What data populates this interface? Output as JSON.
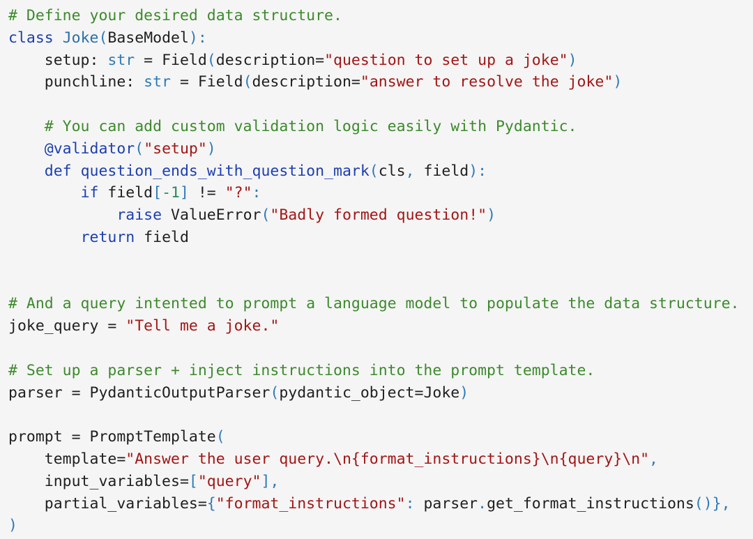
{
  "colors": {
    "background": "#f5f5f5",
    "text": "#1f1f1f",
    "comment": "#3c8a2c",
    "keyword": "#1c3fb0",
    "builtin": "#2e7ab8",
    "class": "#2a6fa8",
    "string": "#a31515",
    "number": "#2b8a57",
    "punct": "#2e7ab8"
  },
  "code": {
    "language": "python",
    "lines": [
      [
        [
          "comment",
          "# Define your desired data structure."
        ]
      ],
      [
        [
          "keyword",
          "class"
        ],
        [
          "text",
          " "
        ],
        [
          "class",
          "Joke"
        ],
        [
          "punct",
          "("
        ],
        [
          "text",
          "BaseModel"
        ],
        [
          "punct",
          "):"
        ]
      ],
      [
        [
          "text",
          "    setup: "
        ],
        [
          "builtin",
          "str"
        ],
        [
          "text",
          " = Field"
        ],
        [
          "punct",
          "("
        ],
        [
          "text",
          "description="
        ],
        [
          "string",
          "\"question to set up a joke\""
        ],
        [
          "punct",
          ")"
        ]
      ],
      [
        [
          "text",
          "    punchline: "
        ],
        [
          "builtin",
          "str"
        ],
        [
          "text",
          " = Field"
        ],
        [
          "punct",
          "("
        ],
        [
          "text",
          "description="
        ],
        [
          "string",
          "\"answer to resolve the joke\""
        ],
        [
          "punct",
          ")"
        ]
      ],
      [],
      [
        [
          "text",
          "    "
        ],
        [
          "comment",
          "# You can add custom validation logic easily with Pydantic."
        ]
      ],
      [
        [
          "text",
          "    "
        ],
        [
          "deco",
          "@validator"
        ],
        [
          "punct",
          "("
        ],
        [
          "string",
          "\"setup\""
        ],
        [
          "punct",
          ")"
        ]
      ],
      [
        [
          "text",
          "    "
        ],
        [
          "keyword",
          "def"
        ],
        [
          "text",
          " "
        ],
        [
          "func",
          "question_ends_with_question_mark"
        ],
        [
          "punct",
          "("
        ],
        [
          "text",
          "cls"
        ],
        [
          "punct",
          ","
        ],
        [
          "text",
          " field"
        ],
        [
          "punct",
          "):"
        ]
      ],
      [
        [
          "text",
          "        "
        ],
        [
          "keyword",
          "if"
        ],
        [
          "text",
          " field"
        ],
        [
          "punct",
          "["
        ],
        [
          "number",
          "-1"
        ],
        [
          "punct",
          "]"
        ],
        [
          "text",
          " != "
        ],
        [
          "string",
          "\"?\""
        ],
        [
          "punct",
          ":"
        ]
      ],
      [
        [
          "text",
          "            "
        ],
        [
          "keyword",
          "raise"
        ],
        [
          "text",
          " ValueError"
        ],
        [
          "punct",
          "("
        ],
        [
          "string",
          "\"Badly formed question!\""
        ],
        [
          "punct",
          ")"
        ]
      ],
      [
        [
          "text",
          "        "
        ],
        [
          "keyword",
          "return"
        ],
        [
          "text",
          " field"
        ]
      ],
      [],
      [],
      [
        [
          "comment",
          "# And a query intented to prompt a language model to populate the data structure."
        ]
      ],
      [
        [
          "text",
          "joke_query = "
        ],
        [
          "string",
          "\"Tell me a joke.\""
        ]
      ],
      [],
      [
        [
          "comment",
          "# Set up a parser + inject instructions into the prompt template."
        ]
      ],
      [
        [
          "text",
          "parser = PydanticOutputParser"
        ],
        [
          "punct",
          "("
        ],
        [
          "text",
          "pydantic_object=Joke"
        ],
        [
          "punct",
          ")"
        ]
      ],
      [],
      [
        [
          "text",
          "prompt = PromptTemplate"
        ],
        [
          "punct",
          "("
        ]
      ],
      [
        [
          "text",
          "    template="
        ],
        [
          "string",
          "\"Answer the user query.\\n{format_instructions}\\n{query}\\n\""
        ],
        [
          "punct",
          ","
        ]
      ],
      [
        [
          "text",
          "    input_variables="
        ],
        [
          "punct",
          "["
        ],
        [
          "string",
          "\"query\""
        ],
        [
          "punct",
          "],"
        ]
      ],
      [
        [
          "text",
          "    partial_variables="
        ],
        [
          "punct",
          "{"
        ],
        [
          "string",
          "\"format_instructions\""
        ],
        [
          "punct",
          ":"
        ],
        [
          "text",
          " parser"
        ],
        [
          "punct",
          "."
        ],
        [
          "text",
          "get_format_instructions"
        ],
        [
          "punct",
          "()},"
        ]
      ],
      [
        [
          "punct",
          ")"
        ]
      ]
    ]
  }
}
